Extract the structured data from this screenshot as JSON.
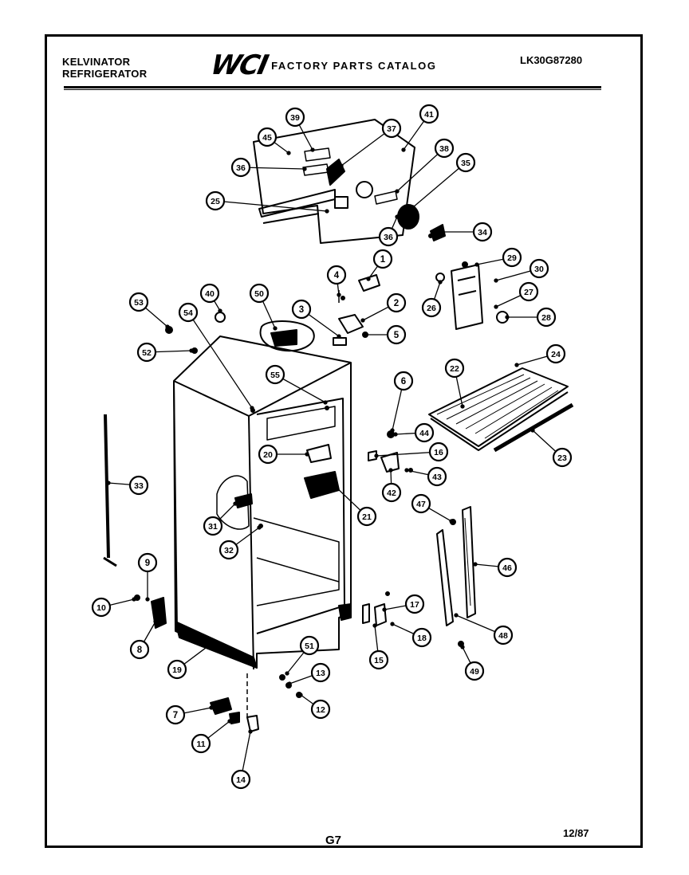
{
  "header": {
    "brand_line1": "KELVINATOR",
    "brand_line2": "REFRIGERATOR",
    "logo_text": "WCI",
    "catalog_title": "FACTORY PARTS CATALOG",
    "model_number": "LK30G87280"
  },
  "footer": {
    "page_code": "G7",
    "date": "12/87"
  },
  "callouts": [
    {
      "n": "1"
    },
    {
      "n": "2"
    },
    {
      "n": "3"
    },
    {
      "n": "4"
    },
    {
      "n": "5"
    },
    {
      "n": "6"
    },
    {
      "n": "7"
    },
    {
      "n": "8"
    },
    {
      "n": "9"
    },
    {
      "n": "10"
    },
    {
      "n": "11"
    },
    {
      "n": "12"
    },
    {
      "n": "13"
    },
    {
      "n": "14"
    },
    {
      "n": "15"
    },
    {
      "n": "16"
    },
    {
      "n": "17"
    },
    {
      "n": "18"
    },
    {
      "n": "19"
    },
    {
      "n": "20"
    },
    {
      "n": "21"
    },
    {
      "n": "22"
    },
    {
      "n": "23"
    },
    {
      "n": "24"
    },
    {
      "n": "25"
    },
    {
      "n": "26"
    },
    {
      "n": "27"
    },
    {
      "n": "28"
    },
    {
      "n": "29"
    },
    {
      "n": "30"
    },
    {
      "n": "31"
    },
    {
      "n": "32"
    },
    {
      "n": "33"
    },
    {
      "n": "34"
    },
    {
      "n": "35"
    },
    {
      "n": "36"
    },
    {
      "n": "37"
    },
    {
      "n": "38"
    },
    {
      "n": "39"
    },
    {
      "n": "40"
    },
    {
      "n": "41"
    },
    {
      "n": "42"
    },
    {
      "n": "43"
    },
    {
      "n": "44"
    },
    {
      "n": "45"
    },
    {
      "n": "46"
    },
    {
      "n": "47"
    },
    {
      "n": "48"
    },
    {
      "n": "49"
    },
    {
      "n": "50"
    },
    {
      "n": "51"
    },
    {
      "n": "52"
    },
    {
      "n": "53"
    },
    {
      "n": "54"
    },
    {
      "n": "55"
    }
  ]
}
